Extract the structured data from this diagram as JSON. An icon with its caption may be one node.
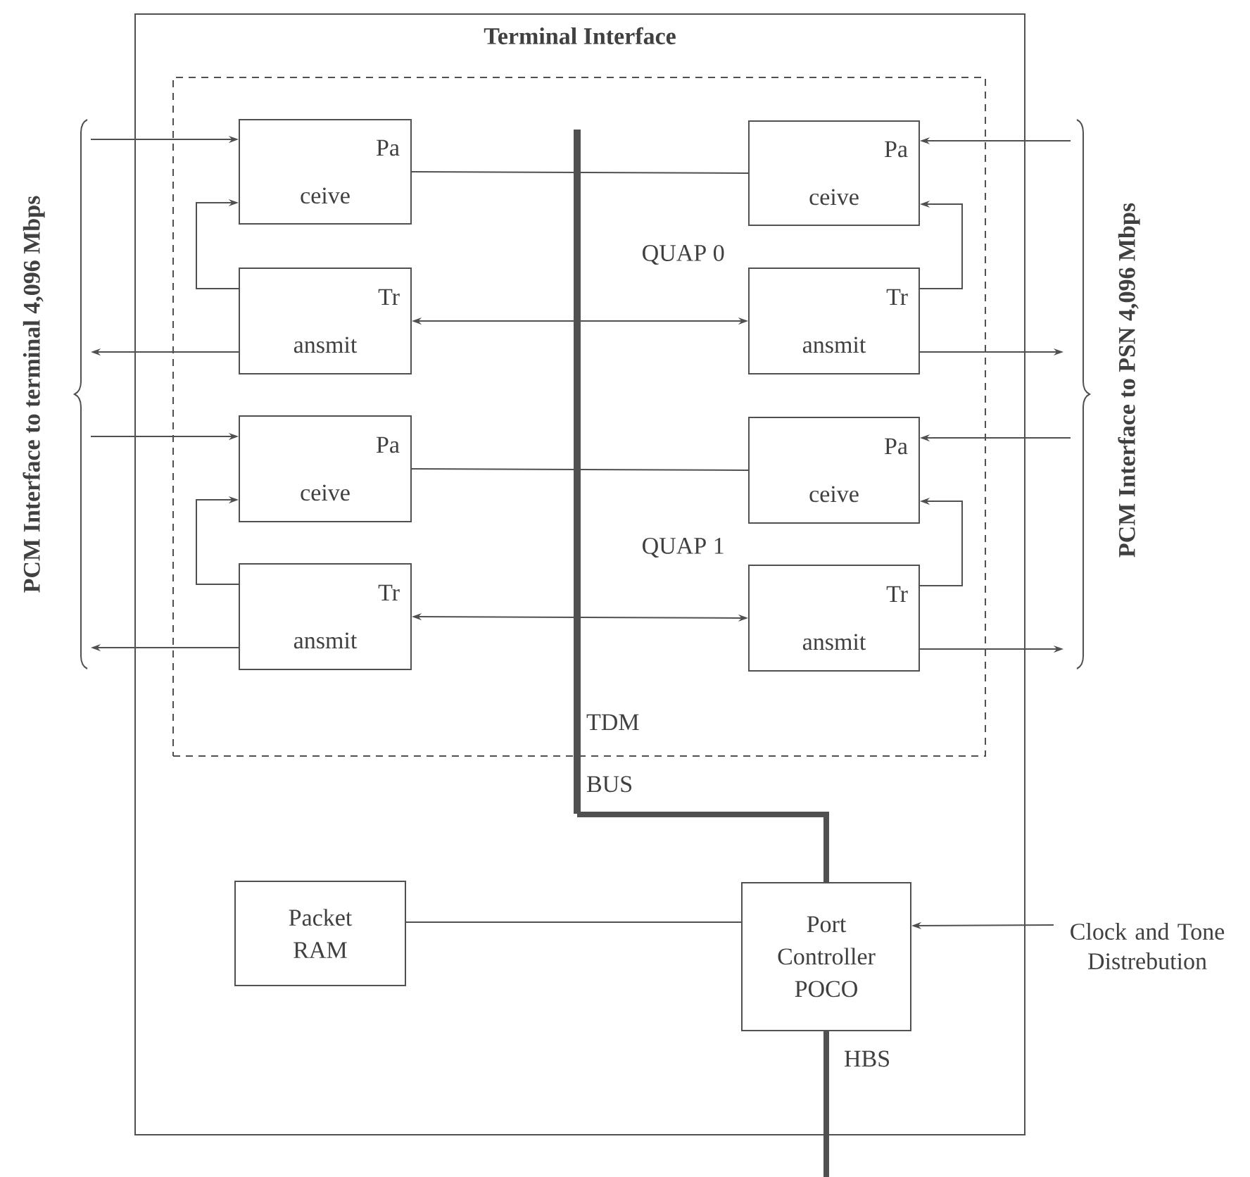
{
  "diagram": {
    "nodes": [
      {
        "text": [
          "Terminal Interface"
        ]
      },
      {
        "text": [],
        "shape": "box",
        "in": 0
      },
      {
        "text": [
          "Pa",
          "ceive"
        ],
        "in": 1
      },
      {
        "text": [
          "Pa",
          "ceive"
        ],
        "in": 1
      },
      {
        "text": [
          "Tr",
          "ansmit"
        ],
        "in": 1
      },
      {
        "text": [
          "Tr",
          "ansmit"
        ],
        "in": 1
      },
      {
        "text": [
          "Pa",
          "ceive"
        ],
        "in": 1
      },
      {
        "text": [
          "Pa",
          "ceive"
        ],
        "in": 1
      },
      {
        "text": [
          "Tr",
          "ansmit"
        ],
        "in": 1
      },
      {
        "text": [
          "Tr",
          "ansmit"
        ],
        "in": 1
      },
      {
        "text": [
          "Packet RAM"
        ],
        "in": 0
      },
      {
        "text": [
          "Port Controller POCO"
        ],
        "in": 0
      },
      {
        "text": [
          "Clock and Tone Distrebution"
        ]
      },
      {
        "text": [],
        "shape": "bar",
        "beside": [
          "TDM BUS"
        ],
        "in": 0
      }
    ],
    "edges": [
      {
        "from": 2,
        "to": 3,
        "arrow": "none"
      },
      {
        "from": 4,
        "to": 5,
        "arrow": "both"
      },
      {
        "from": 4,
        "to": 2,
        "arrow": "to"
      },
      {
        "from": 5,
        "to": 3,
        "arrow": "to"
      },
      {
        "from": 6,
        "to": 7,
        "arrow": "none"
      },
      {
        "from": 8,
        "to": 9,
        "arrow": "both"
      },
      {
        "from": 8,
        "to": 6,
        "arrow": "to"
      },
      {
        "from": 9,
        "to": 7,
        "arrow": "to"
      },
      {
        "from": null,
        "to": 2,
        "arrow": "to"
      },
      {
        "from": 4,
        "to": null,
        "arrow": "to"
      },
      {
        "from": null,
        "to": 3,
        "arrow": "to"
      },
      {
        "from": 5,
        "to": null,
        "arrow": "to"
      },
      {
        "from": null,
        "to": 6,
        "arrow": "to"
      },
      {
        "from": 8,
        "to": null,
        "arrow": "to"
      },
      {
        "from": null,
        "to": 7,
        "arrow": "to"
      },
      {
        "from": 9,
        "to": null,
        "arrow": "to"
      },
      {
        "from": 13,
        "to": 11,
        "arrow": "none",
        "style": "thick"
      },
      {
        "from": 10,
        "to": 11,
        "arrow": "none"
      },
      {
        "from": 12,
        "to": 11,
        "arrow": "to"
      },
      {
        "from": 11,
        "to": null,
        "arrow": "none",
        "style": "thick",
        "label": "HBS"
      }
    ],
    "labels": [
      "QUAP 0",
      "QUAP 1",
      "PCM Interface to terminal 4,096 Mbps",
      "PCM Interface to PSN 4,096 Mbps"
    ]
  }
}
